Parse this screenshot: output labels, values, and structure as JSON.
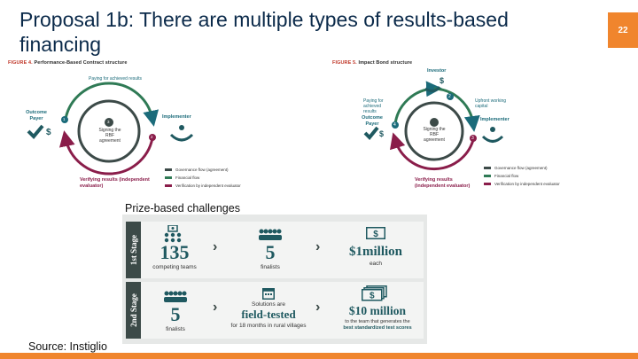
{
  "slide": {
    "title": "Proposal 1b: There are multiple types of results-based financing",
    "page_number": "22",
    "source": "Source: Instiglio"
  },
  "figure4": {
    "caption_prefix": "FIGURE 4.",
    "caption": "Performance-Based Contract structure",
    "top_arrow_label": "Paying for achieved results",
    "center_label": "Signing the RBF agreement",
    "left_node": "Outcome Payer",
    "right_node": "Implementer",
    "bottom_label": "Verifying results (independent evaluator)",
    "step1": "1",
    "step2": "2",
    "step3": "3",
    "legend": [
      "Governance flow (agreement)",
      "Financial flow",
      "Verification by independent evaluator"
    ]
  },
  "figure5": {
    "caption_prefix": "FIGURE 5.",
    "caption": "Impact Bond structure",
    "top_node": "Investor",
    "left_arrow_label": "Paying for achieved results",
    "right_arrow_label": "Upfront working capital",
    "center_label": "Signing the RBF agreement",
    "left_node": "Outcome Payer",
    "right_node": "Implementer",
    "bottom_label": "Verifying results (independent evaluator)",
    "step1": "1",
    "step2": "2",
    "step3": "3",
    "step4": "4",
    "legend": [
      "Governance flow (agreement)",
      "Financial flow",
      "Verification by independent evaluator"
    ]
  },
  "prize": {
    "label": "Prize-based challenges",
    "stage1": {
      "tab": "1st Stage",
      "teams_num": "135",
      "teams_label": "competing teams",
      "finalists_num": "5",
      "finalists_label": "finalists",
      "prize_amount": "$1million",
      "prize_sub": "each"
    },
    "stage2": {
      "tab": "2nd Stage",
      "finalists_num": "5",
      "finalists_label": "finalists",
      "solutions_pre": "Solutions are",
      "solutions_main": "field-tested",
      "solutions_sub": "for 18 months in rural villages",
      "prize_amount": "$10 million",
      "prize_sub1": "to the team that generates the",
      "prize_sub2": "best standardized test scores"
    }
  },
  "colors": {
    "accent": "#f0852d",
    "teal": "#1b6b7a",
    "maroon": "#8a1d4a",
    "dark": "#3c4a48",
    "green": "#2f7a55"
  }
}
